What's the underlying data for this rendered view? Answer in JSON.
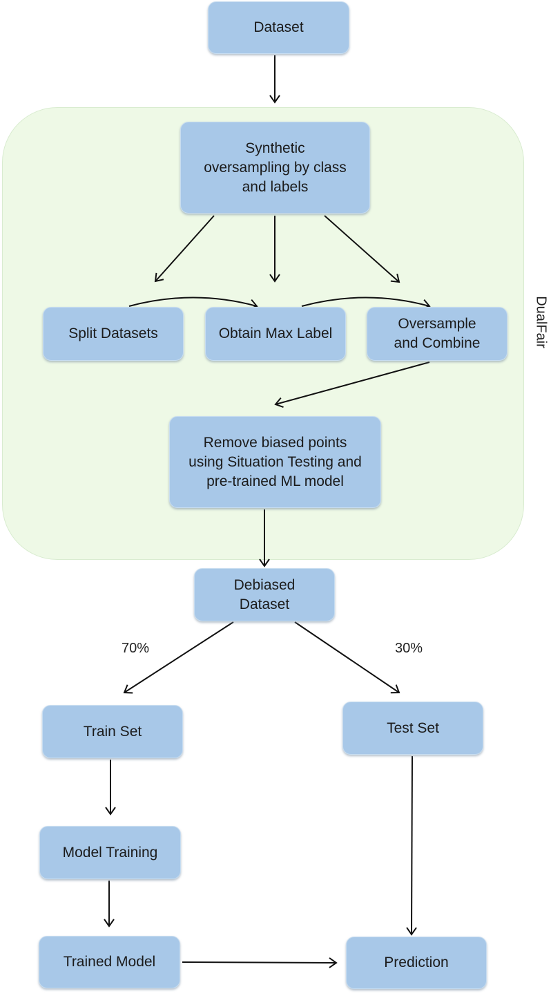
{
  "group": {
    "label": "DualFair"
  },
  "nodes": {
    "dataset": "Dataset",
    "synthetic": "Synthetic\noversampling by class\nand labels",
    "split": "Split Datasets",
    "obtain_max": "Obtain Max Label",
    "oversample": "Oversample\nand Combine",
    "remove_biased": "Remove biased points\nusing Situation Testing and\npre-trained ML model",
    "debiased": "Debiased\nDataset",
    "train_set": "Train Set",
    "test_set": "Test Set",
    "model_training": "Model Training",
    "trained_model": "Trained Model",
    "prediction": "Prediction"
  },
  "edge_labels": {
    "train_split": "70%",
    "test_split": "30%"
  },
  "colors": {
    "node_fill": "#a8c8e8",
    "group_fill": "#eef9e6",
    "edge": "#111111"
  }
}
